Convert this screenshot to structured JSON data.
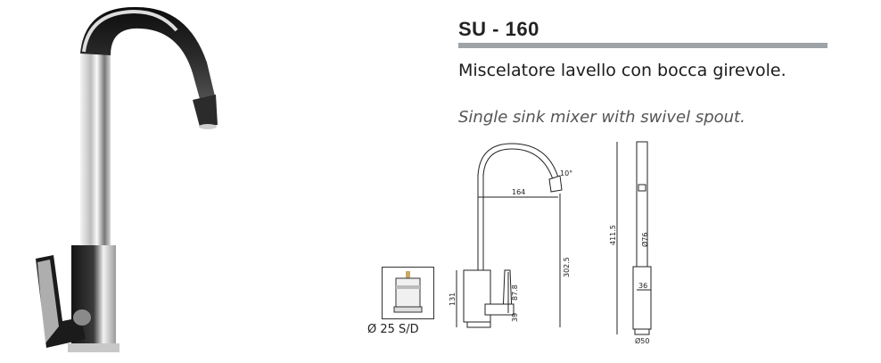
{
  "product": {
    "code": "SU - 160",
    "description_it": "Miscelatore lavello con bocca girevole.",
    "description_en": "Single sink mixer with swivel spout."
  },
  "cartridge": {
    "label": "Ø 25 S/D"
  },
  "dimensions": {
    "spout_reach": "164",
    "height_to_spout": "302.5",
    "body_height": "131",
    "handle_height": "87.8",
    "handle_offset": "39",
    "swivel_angle": "10°",
    "total_height": "411.5",
    "column_diameter": "Ø76",
    "body_width": "36",
    "base_diameter": "Ø50"
  },
  "colors": {
    "rule": "#9da3a6",
    "chrome_dark": "#111111",
    "chrome_light": "#e8e8e8"
  }
}
